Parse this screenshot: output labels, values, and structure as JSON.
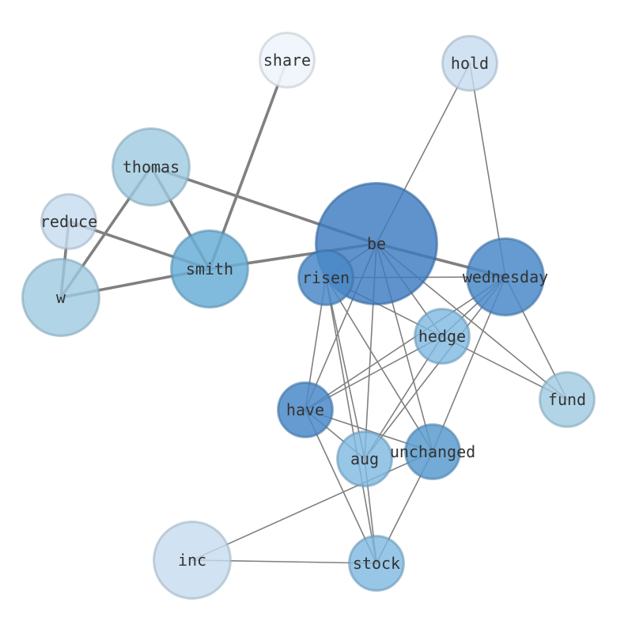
{
  "nodes": [
    {
      "id": "be",
      "label": "be",
      "size": 3.0,
      "fill": "#3d7bbf",
      "opacity": 0.82
    },
    {
      "id": "wednesday",
      "label": "wednesday",
      "size": 1.9,
      "fill": "#4a8ac8",
      "opacity": 0.85
    },
    {
      "id": "thomas",
      "label": "thomas",
      "size": 1.9,
      "fill": "#9ecae1",
      "opacity": 0.8
    },
    {
      "id": "smith",
      "label": "smith",
      "size": 1.9,
      "fill": "#6aaed6",
      "opacity": 0.85
    },
    {
      "id": "w",
      "label": "w",
      "size": 1.9,
      "fill": "#9ecae1",
      "opacity": 0.8
    },
    {
      "id": "inc",
      "label": "inc",
      "size": 1.9,
      "fill": "#c6dbef",
      "opacity": 0.8
    },
    {
      "id": "risen",
      "label": "risen",
      "size": 1.35,
      "fill": "#4a8ac8",
      "opacity": 0.85
    },
    {
      "id": "hedge",
      "label": "hedge",
      "size": 1.35,
      "fill": "#7db8e0",
      "opacity": 0.8
    },
    {
      "id": "have",
      "label": "have",
      "size": 1.35,
      "fill": "#4a8ac8",
      "opacity": 0.85
    },
    {
      "id": "aug",
      "label": "aug",
      "size": 1.35,
      "fill": "#7db8e0",
      "opacity": 0.8
    },
    {
      "id": "unchanged",
      "label": "unchanged",
      "size": 1.35,
      "fill": "#5a9ccf",
      "opacity": 0.85
    },
    {
      "id": "stock",
      "label": "stock",
      "size": 1.35,
      "fill": "#7db8e0",
      "opacity": 0.8
    },
    {
      "id": "fund",
      "label": "fund",
      "size": 1.35,
      "fill": "#9ecae1",
      "opacity": 0.8
    },
    {
      "id": "hold",
      "label": "hold",
      "size": 1.35,
      "fill": "#c6dbef",
      "opacity": 0.8
    },
    {
      "id": "reduce",
      "label": "reduce",
      "size": 1.35,
      "fill": "#c6dbef",
      "opacity": 0.8
    },
    {
      "id": "share",
      "label": "share",
      "size": 1.35,
      "fill": "#eef5fb",
      "opacity": 0.9
    }
  ],
  "edges": [
    {
      "source": "share",
      "target": "smith",
      "weight": 2
    },
    {
      "source": "thomas",
      "target": "smith",
      "weight": 2
    },
    {
      "source": "thomas",
      "target": "w",
      "weight": 2
    },
    {
      "source": "thomas",
      "target": "be",
      "weight": 2
    },
    {
      "source": "reduce",
      "target": "smith",
      "weight": 2
    },
    {
      "source": "reduce",
      "target": "w",
      "weight": 2
    },
    {
      "source": "w",
      "target": "smith",
      "weight": 2
    },
    {
      "source": "smith",
      "target": "be",
      "weight": 2
    },
    {
      "source": "be",
      "target": "wednesday",
      "weight": 2
    },
    {
      "source": "hold",
      "target": "be",
      "weight": 1
    },
    {
      "source": "hold",
      "target": "wednesday",
      "weight": 1
    },
    {
      "source": "be",
      "target": "risen",
      "weight": 1
    },
    {
      "source": "be",
      "target": "hedge",
      "weight": 1
    },
    {
      "source": "be",
      "target": "have",
      "weight": 1
    },
    {
      "source": "be",
      "target": "aug",
      "weight": 1
    },
    {
      "source": "be",
      "target": "unchanged",
      "weight": 1
    },
    {
      "source": "be",
      "target": "fund",
      "weight": 1
    },
    {
      "source": "risen",
      "target": "wednesday",
      "weight": 1
    },
    {
      "source": "risen",
      "target": "fund",
      "weight": 1
    },
    {
      "source": "risen",
      "target": "have",
      "weight": 1
    },
    {
      "source": "risen",
      "target": "aug",
      "weight": 1
    },
    {
      "source": "risen",
      "target": "unchanged",
      "weight": 1
    },
    {
      "source": "risen",
      "target": "stock",
      "weight": 1
    },
    {
      "source": "wednesday",
      "target": "hedge",
      "weight": 1
    },
    {
      "source": "wednesday",
      "target": "have",
      "weight": 1
    },
    {
      "source": "wednesday",
      "target": "aug",
      "weight": 1
    },
    {
      "source": "wednesday",
      "target": "unchanged",
      "weight": 1
    },
    {
      "source": "wednesday",
      "target": "fund",
      "weight": 1
    },
    {
      "source": "hedge",
      "target": "have",
      "weight": 1
    },
    {
      "source": "hedge",
      "target": "aug",
      "weight": 1
    },
    {
      "source": "have",
      "target": "aug",
      "weight": 1
    },
    {
      "source": "have",
      "target": "unchanged",
      "weight": 1
    },
    {
      "source": "have",
      "target": "stock",
      "weight": 1
    },
    {
      "source": "aug",
      "target": "stock",
      "weight": 1
    },
    {
      "source": "unchanged",
      "target": "stock",
      "weight": 1
    },
    {
      "source": "unchanged",
      "target": "inc",
      "weight": 1
    },
    {
      "source": "inc",
      "target": "stock",
      "weight": 1
    }
  ]
}
